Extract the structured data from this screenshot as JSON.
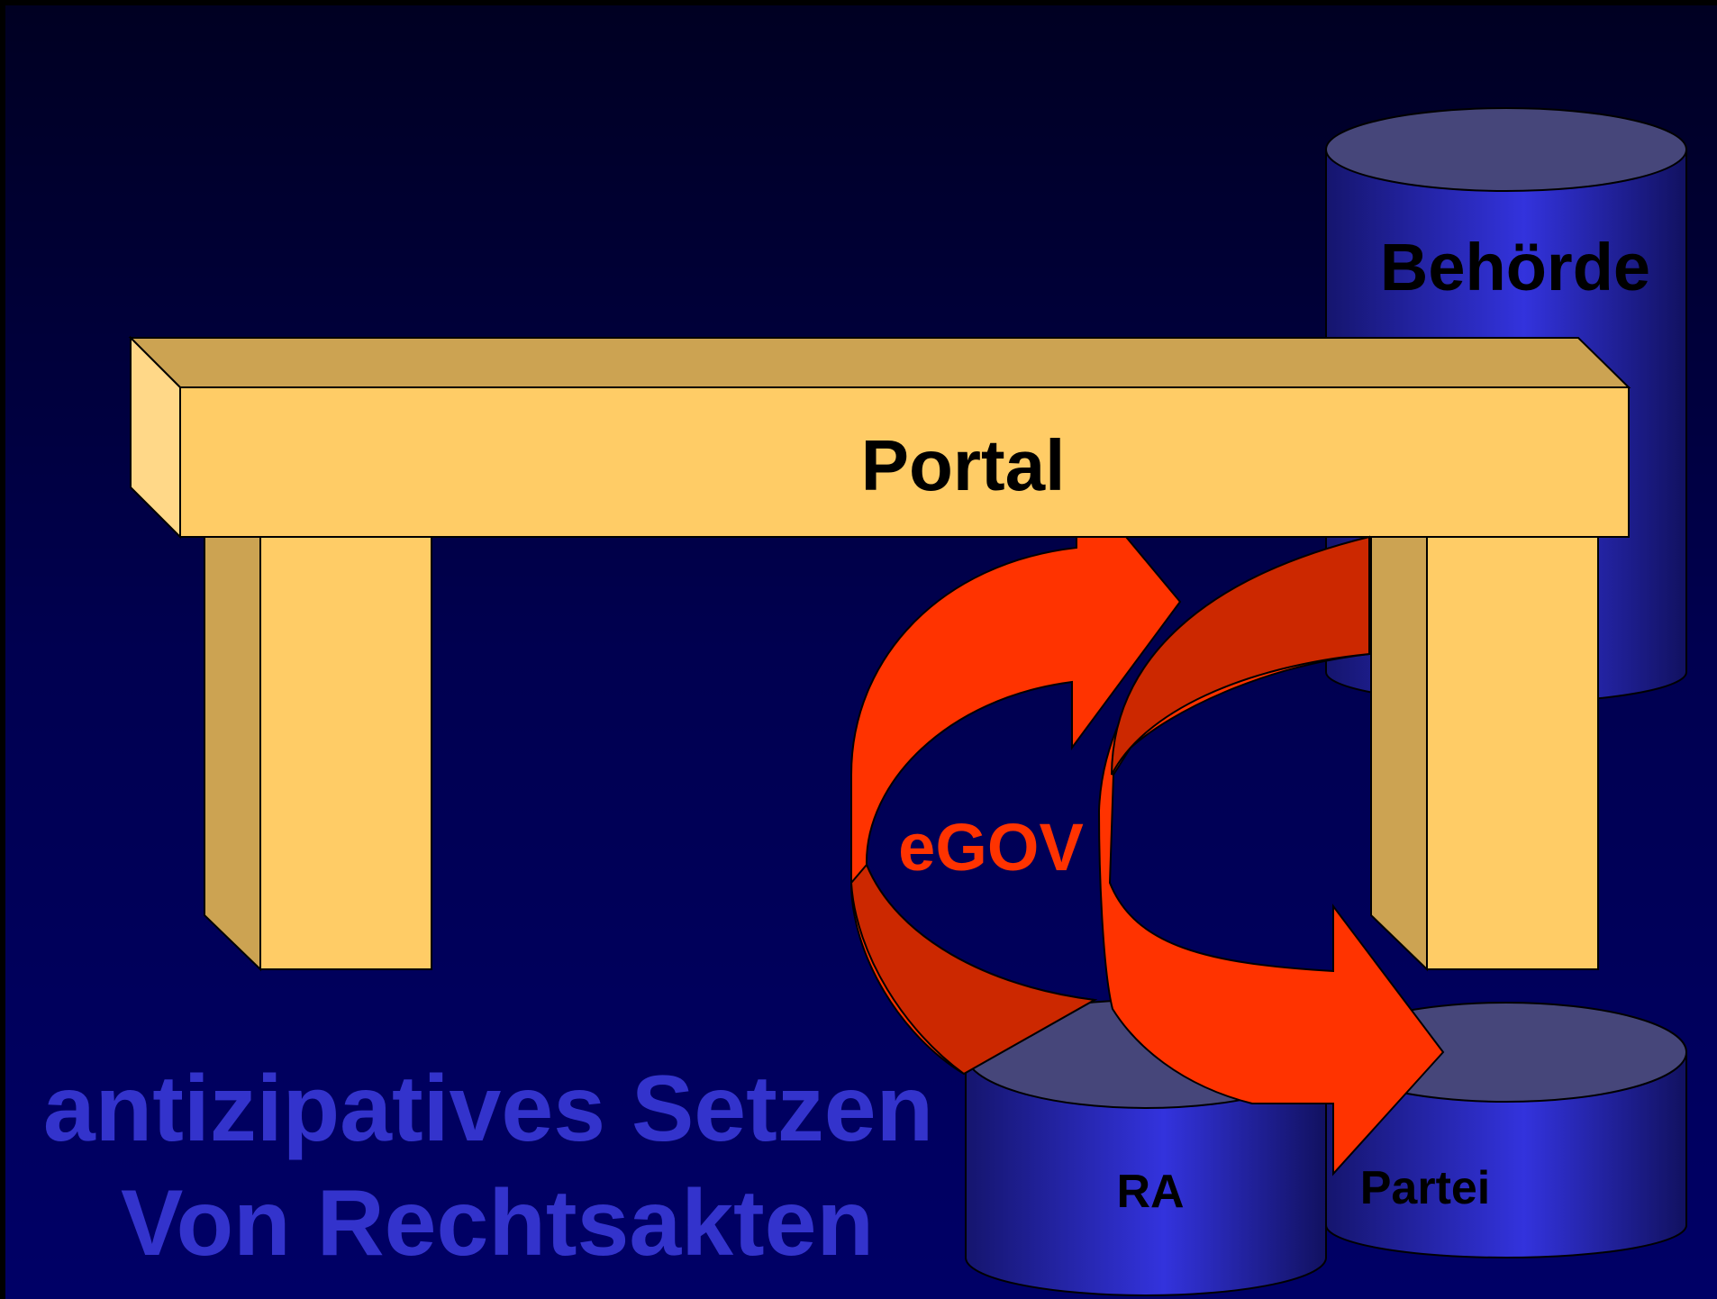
{
  "diagram": {
    "portal_label": "Portal",
    "behoerde_label": "Behörde",
    "ra_label": "RA",
    "partei_label": "Partei",
    "cycle_label": "eGOV",
    "caption_line1": "antizipatives Setzen",
    "caption_line2": "Von Rechtsakten"
  },
  "colors": {
    "background_top": "#000022",
    "background_bottom": "#000066",
    "portal_front": "#FFCC66",
    "portal_top": "#CCA352",
    "portal_side": "#FFD888",
    "cylinder_body": "#2B2BB8",
    "cylinder_top": "#46467A",
    "arrow_light": "#FF3300",
    "arrow_dark": "#CC2800",
    "caption": "#3333CC",
    "egov_text": "#FF3300"
  }
}
